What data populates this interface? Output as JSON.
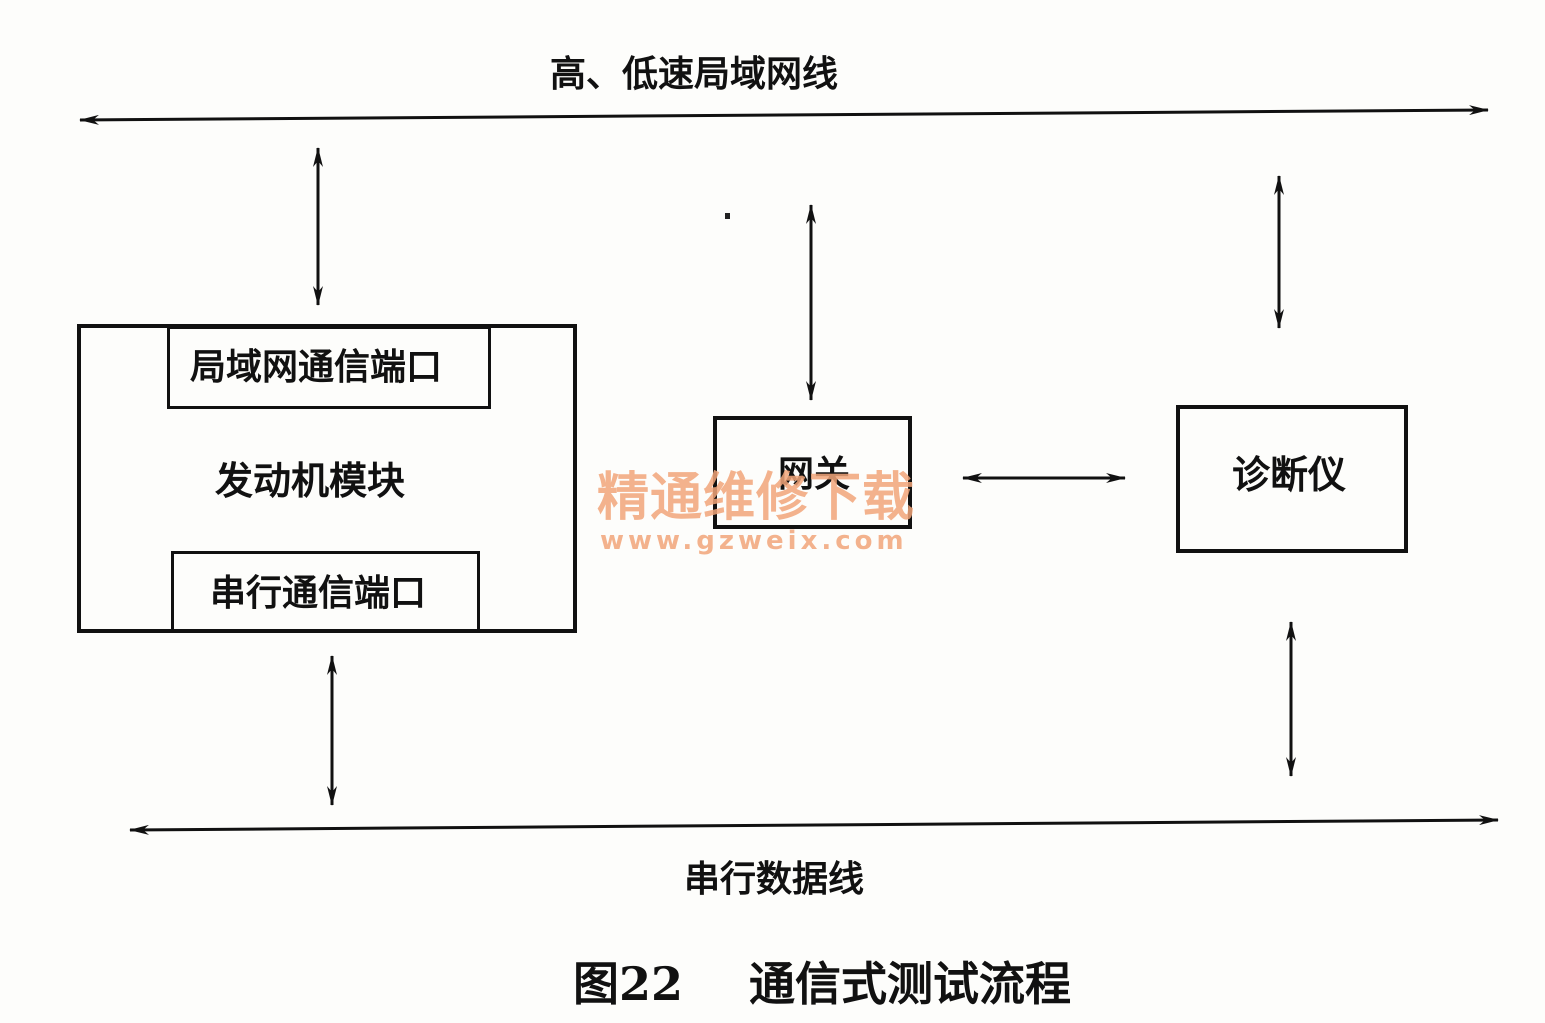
{
  "bus_top_label": "高、低速局域网线",
  "bus_bottom_label": "串行数据线",
  "engine_module": {
    "title": "发动机模块",
    "lan_port": "局域网通信端口",
    "serial_port": "串行通信端口"
  },
  "gateway": "网关",
  "diagnostic_tool": "诊断仪",
  "watermark": {
    "text": "精通维修下载",
    "url": "www.gzweix.com"
  },
  "caption": {
    "number": "图22",
    "title": "通信式测试流程"
  },
  "colors": {
    "line": "#111111",
    "watermark": "#f2a67a",
    "background": "#fdfdfb"
  }
}
